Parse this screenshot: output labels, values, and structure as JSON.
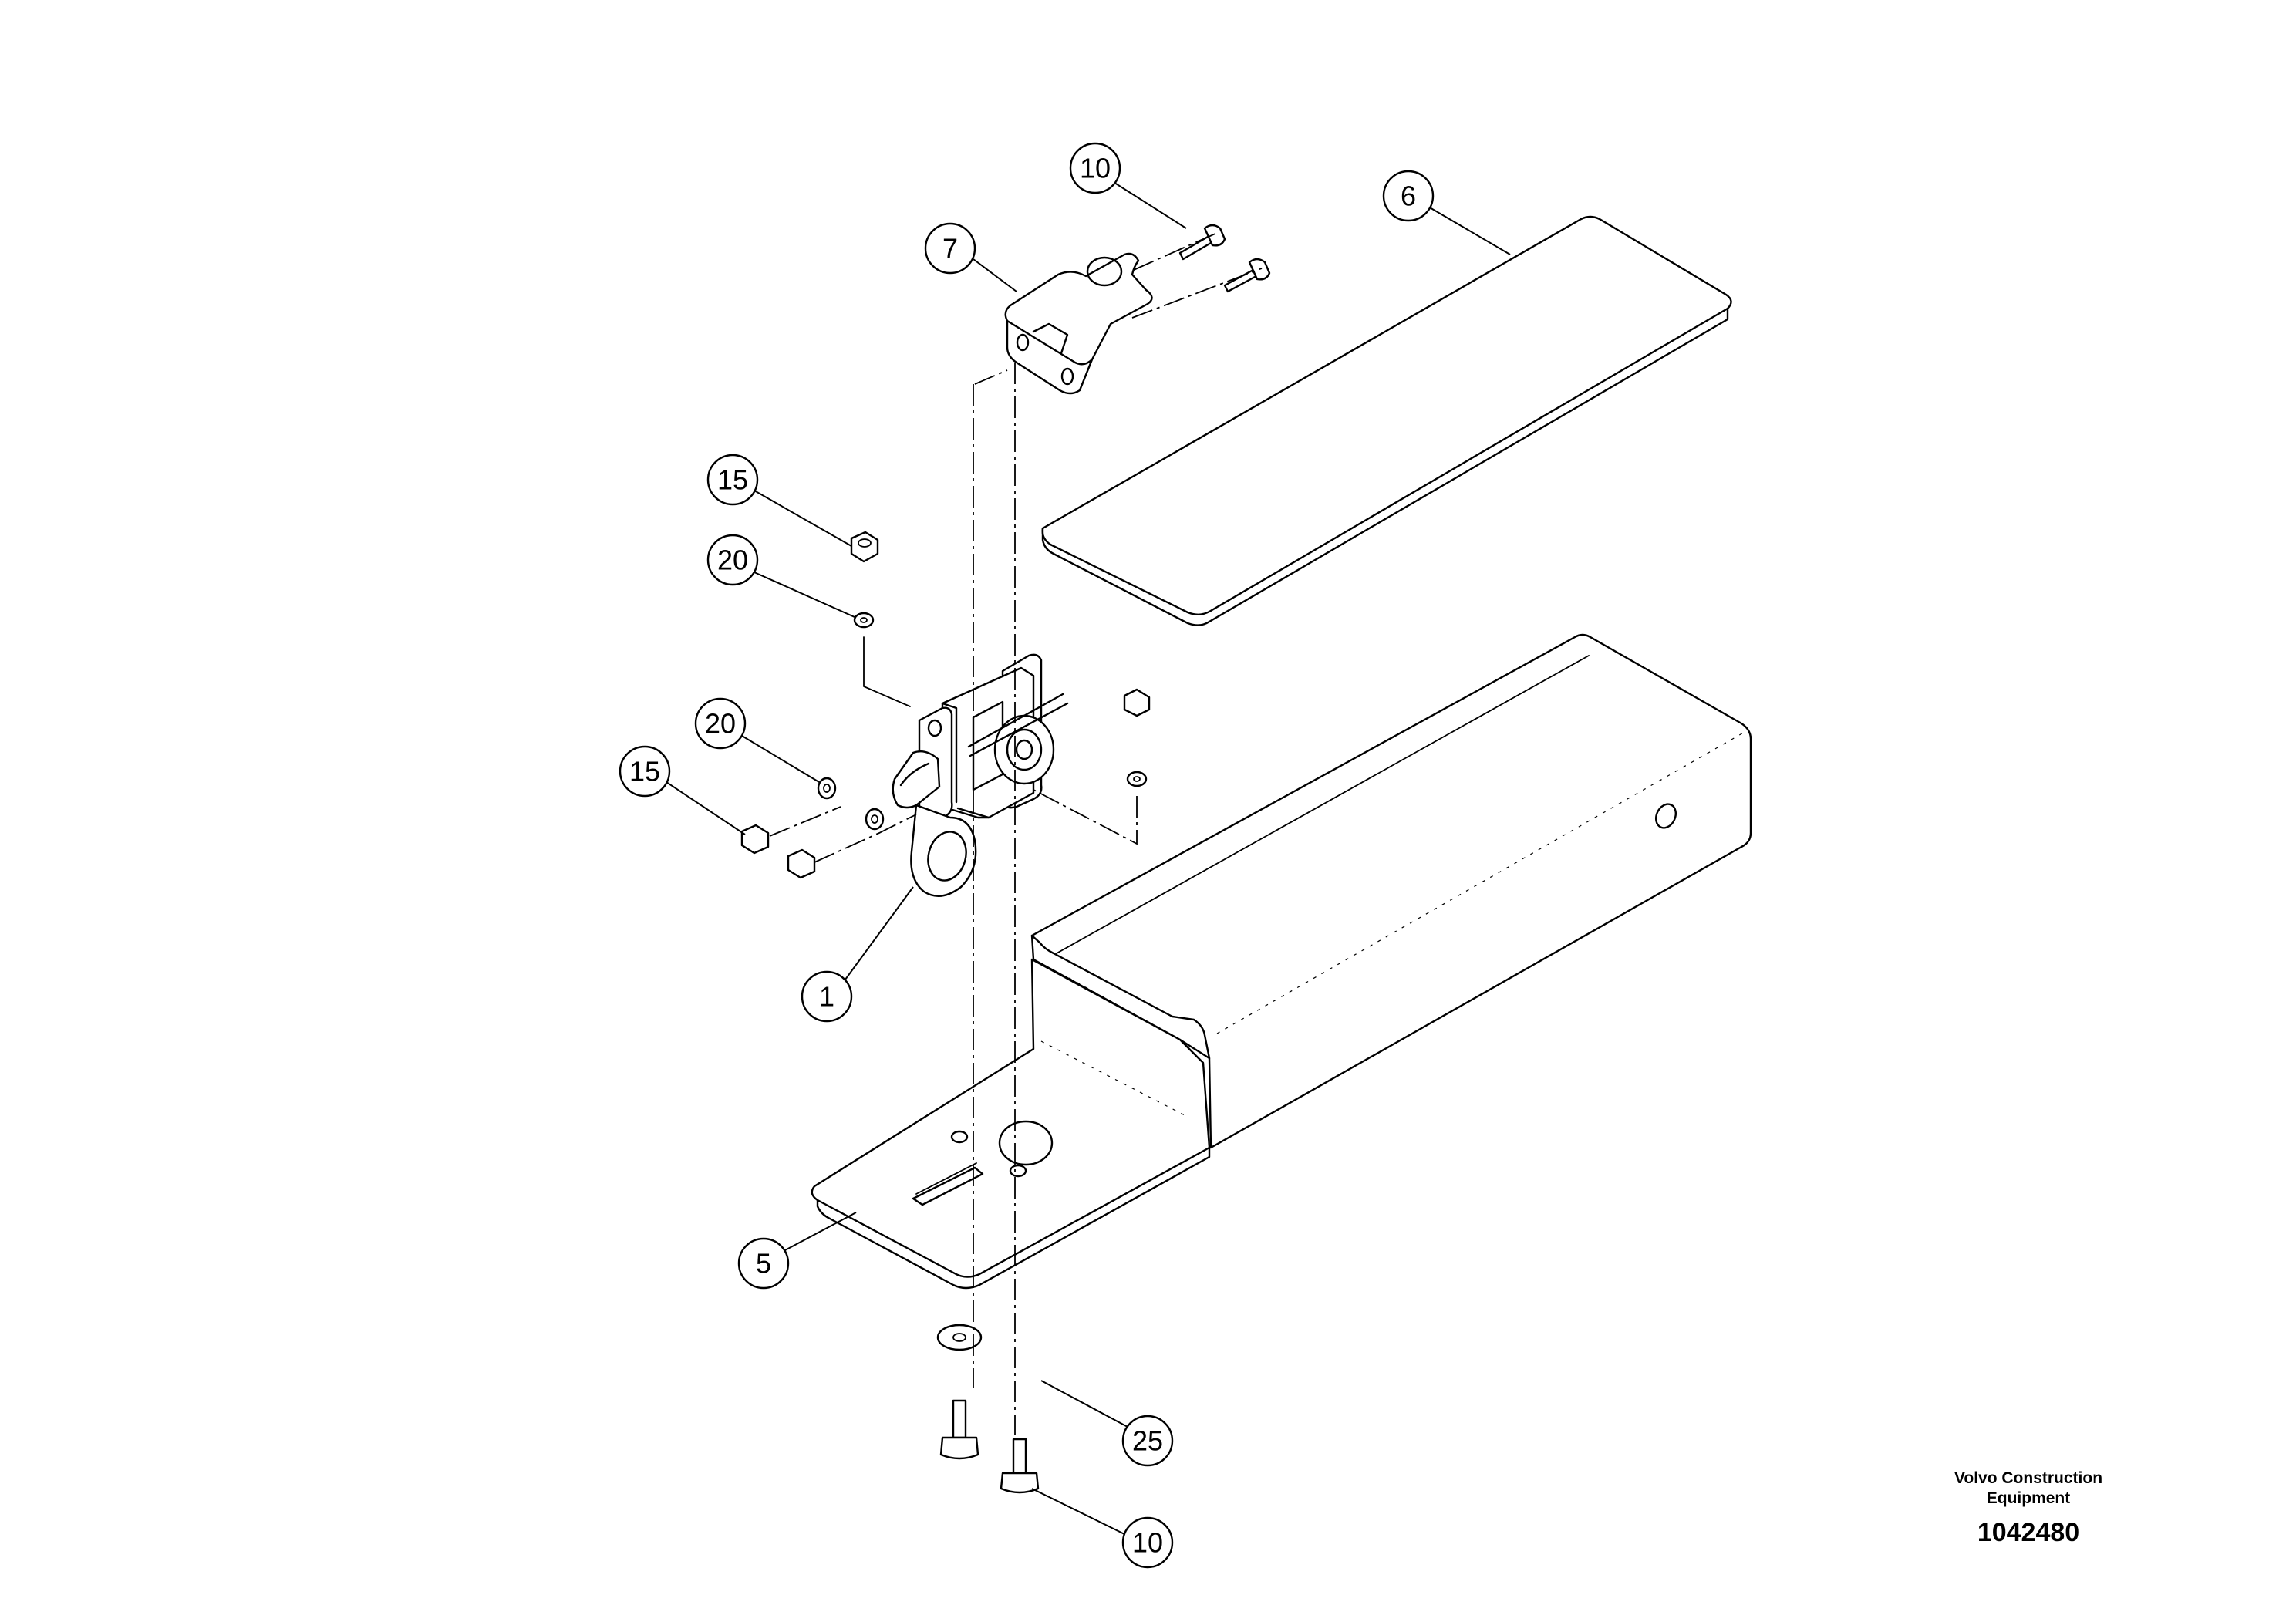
{
  "callouts": {
    "c1": "1",
    "c5": "5",
    "c6": "6",
    "c7": "7",
    "c10_top": "10",
    "c10_bottom": "10",
    "c15_top": "15",
    "c15_left": "15",
    "c20_top": "20",
    "c20_left": "20",
    "c25": "25"
  },
  "brand": {
    "company": "Volvo Construction\nEquipment",
    "drawing_number": "1042480"
  }
}
